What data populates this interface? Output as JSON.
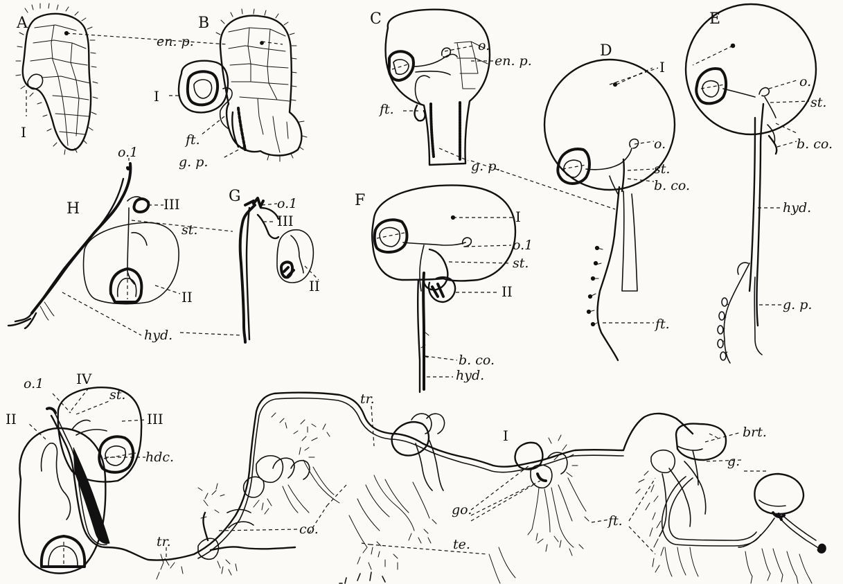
{
  "figures": {
    "A": "A",
    "B": "B",
    "C": "C",
    "D": "D",
    "E": "E",
    "F": "F",
    "G": "G",
    "H": "H"
  },
  "labels": {
    "en_p": "en. p.",
    "I": "I",
    "II": "II",
    "III": "III",
    "IV": "IV",
    "ft": "ft.",
    "g_p": "g. p.",
    "o": "o.",
    "o1": "o.1",
    "st": "st.",
    "b_co": "b. co.",
    "hyd": "hyd.",
    "hdc": "hdc.",
    "tr": "tr.",
    "co": "co.",
    "te": "te.",
    "go": "go.",
    "brt": "brt.",
    "g": "g."
  }
}
